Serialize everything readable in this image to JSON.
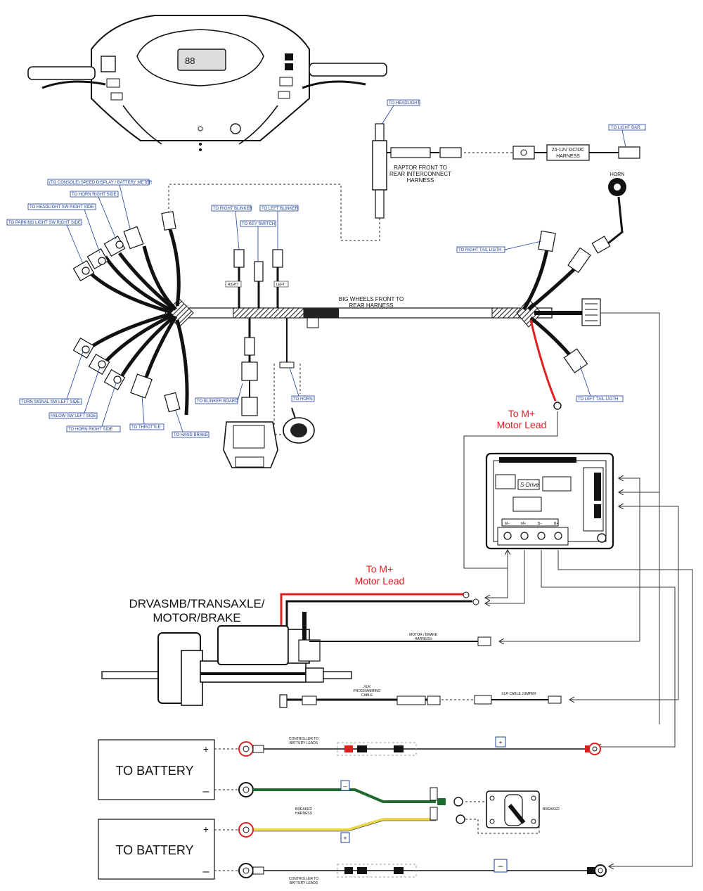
{
  "labels": {
    "to_headlight": "TO HEADLIGHT",
    "to_light_bar": "TO LIGHT BAR",
    "raptor_1": "RAPTOR FRONT TO",
    "raptor_2": "REAR INTERCONNECT",
    "raptor_3": "HARNESS",
    "dcdc_1": "24-12V DC/DC",
    "dcdc_2": "HARNESS",
    "horn": "HORN",
    "console": "(TO CONSOLE) SPEED DISPLAY / BATTERY METER",
    "horn_right_top": "TO HORN RIGHT SIDE",
    "headlight_sw": "TO HEADLIGHT SW RIGHT SIDE",
    "parking_sw": "TO PARKING  LIGHT SW RIGHT SIDE",
    "right_blinker": "TO RIGHT BLINKER",
    "left_blinker": "TO LEFT BLINKER",
    "key_switch": "TO KEY SWITCH",
    "right_tail": "TO RIGHT TAIL LIGTH",
    "big_wheels_1": "BIG WHEELS FRONT TO",
    "big_wheels_2": "REAR HARNESS",
    "right_tag": "RIGHT",
    "left_tag": "LEFT",
    "left_tail": "TO LEFT TAIL LIGTH",
    "turn_signal": "TURN SIGNAL SW LEFT SIDE",
    "hilow": "HI/LOW SW LEFT SIDE",
    "horn_right_bottom": "TO HORN RIGHT SIDE",
    "throttle": "TO THROTTLE",
    "hand_brake": "TO HAND BRAKE",
    "blinker_board": "TO BLINKER BOARD",
    "to_horn": "TO HORN",
    "m_plus_1_a": "To M+",
    "m_plus_1_b": "Motor Lead",
    "m_plus_2_a": "To M+",
    "m_plus_2_b": "Motor Lead",
    "drv_1": "DRVASMB/TRANSAXLE/",
    "drv_2": "MOTOR/BRAKE",
    "motor_brake_1": "MOTOR / BRAKE",
    "motor_brake_2": "HARNESS",
    "xlr_1": "XLR",
    "xlr_2": "PROGRAMMING",
    "xlr_3": "CABLE",
    "xlr_jumper": "XLR CABLE JUMPER",
    "ctrl_leads_top_1": "CONTROLLER TO",
    "ctrl_leads_top_2": "BATTERY LEADS",
    "ctrl_leads_bot_1": "CONTROLLER TO",
    "ctrl_leads_bot_2": "BATTERY LEADS",
    "breaker_harness_1": "BREAKER",
    "breaker_harness_2": "HARNESS",
    "breaker": "BREAKER",
    "to_battery_1": "TO BATTERY",
    "to_battery_2": "TO BATTERY",
    "plus": "+",
    "minus": "–",
    "controller_brand": "S-Drive",
    "term_m_minus": "M–",
    "term_m_plus": "M+",
    "term_b_minus": "B–",
    "term_b_plus": "B+",
    "display_digits": "88"
  },
  "colors": {
    "label_blue": "#1c3f9c",
    "red_wire": "#e02020",
    "green_wire": "#1f6b2f",
    "yellow_wire": "#e8d84a",
    "black": "#111111"
  }
}
